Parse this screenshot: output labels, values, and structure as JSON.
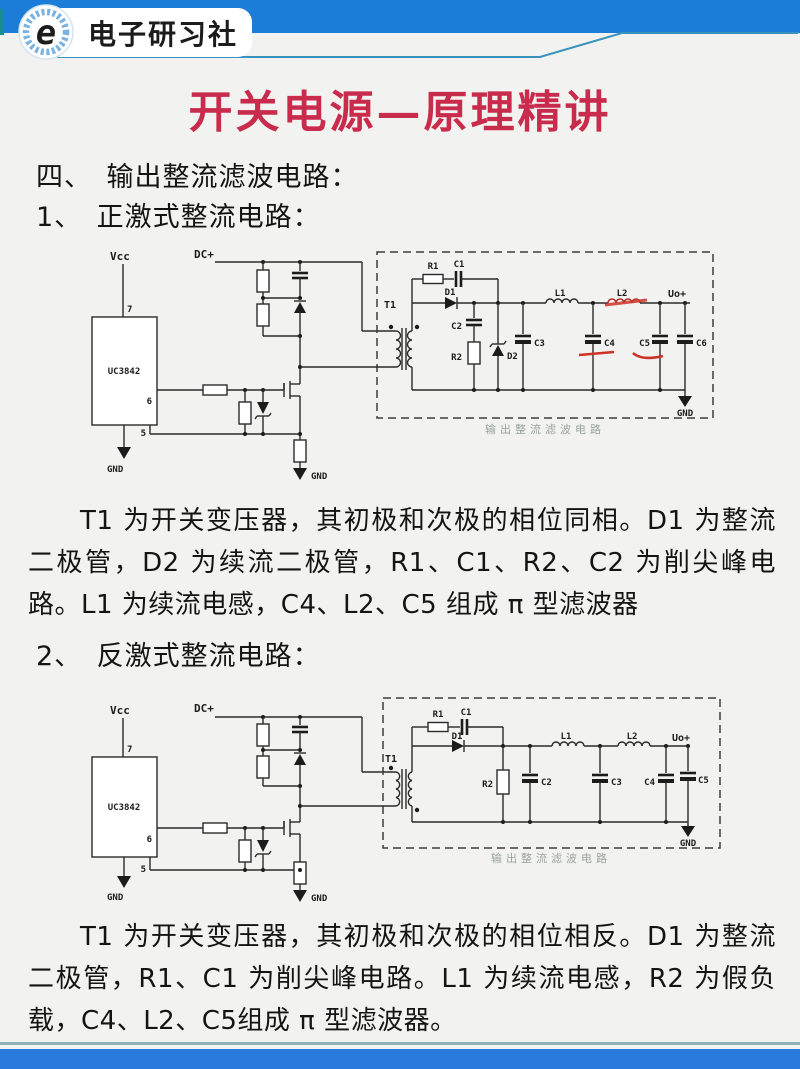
{
  "header": {
    "brand": "电子研习社",
    "logo_letter": "e",
    "banner_color": "#1b7dd8",
    "accent_line_color": "#3a93be"
  },
  "title": {
    "text": "开关电源—原理精讲",
    "color": "#c92b4c"
  },
  "body": {
    "section_heading": "四、　输出整流滤波电路：",
    "item1_heading": "1、　正激式整流电路：",
    "item2_heading": "2、　反激式整流电路：",
    "paragraph1": "T1 为开关变压器，其初极和次极的相位同相。D1 为整流二极管，D2 为续流二极管，R1、C1、R2、C2 为削尖峰电路。L1 为续流电感，C4、L2、C5 组成 π 型滤波器",
    "paragraph2": "T1 为开关变压器，其初极和次极的相位相反。D1 为整流二极管，R1、C1 为削尖峰电路。L1 为续流电感，R2 为假负载，C4、L2、C5组成 π 型滤波器。"
  },
  "circuit_forward": {
    "caption": "输出整流滤波电路",
    "highlight_color": "#cc3326",
    "labels": {
      "vcc": "Vcc",
      "pin7": "7",
      "pin6": "6",
      "pin5": "5",
      "chip": "UC3842",
      "gnd1": "GND",
      "dc": "DC+",
      "gnd2": "GND",
      "t1": "T1",
      "r1": "R1",
      "c1": "C1",
      "d1": "D1",
      "c2": "C2",
      "r2": "R2",
      "d2": "D2",
      "c3": "C3",
      "l1": "L1",
      "c4": "C4",
      "l2": "L2",
      "c5": "C5",
      "c6": "C6",
      "uo": "Uo+",
      "gnd3": "GND"
    }
  },
  "circuit_flyback": {
    "caption": "输出整流滤波电路",
    "labels": {
      "vcc": "Vcc",
      "pin7": "7",
      "pin6": "6",
      "pin5": "5",
      "chip": "UC3842",
      "gnd1": "GND",
      "dc": "DC+",
      "gnd2": "GND",
      "t1": "T1",
      "r1": "R1",
      "c1": "C1",
      "d1": "D1",
      "r2": "R2",
      "c2": "C2",
      "l1": "L1",
      "c3": "C3",
      "l2": "L2",
      "c4": "C4",
      "c5": "C5",
      "uo": "Uo+",
      "gnd3": "GND"
    }
  }
}
